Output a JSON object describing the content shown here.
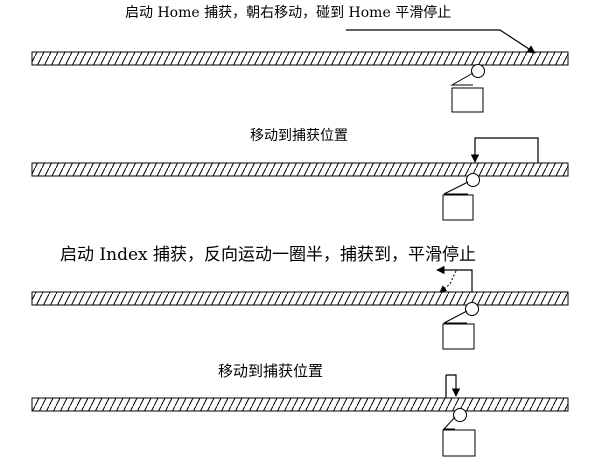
{
  "steps": [
    {
      "caption": "启动 Home 捕获，朝右移动，碰到 Home 平滑停止"
    },
    {
      "caption": "移动到捕获位置"
    },
    {
      "caption": "启动 Index 捕获，反向运动一圈半，捕获到，平滑停止"
    },
    {
      "caption": "移动到捕获位置"
    }
  ]
}
